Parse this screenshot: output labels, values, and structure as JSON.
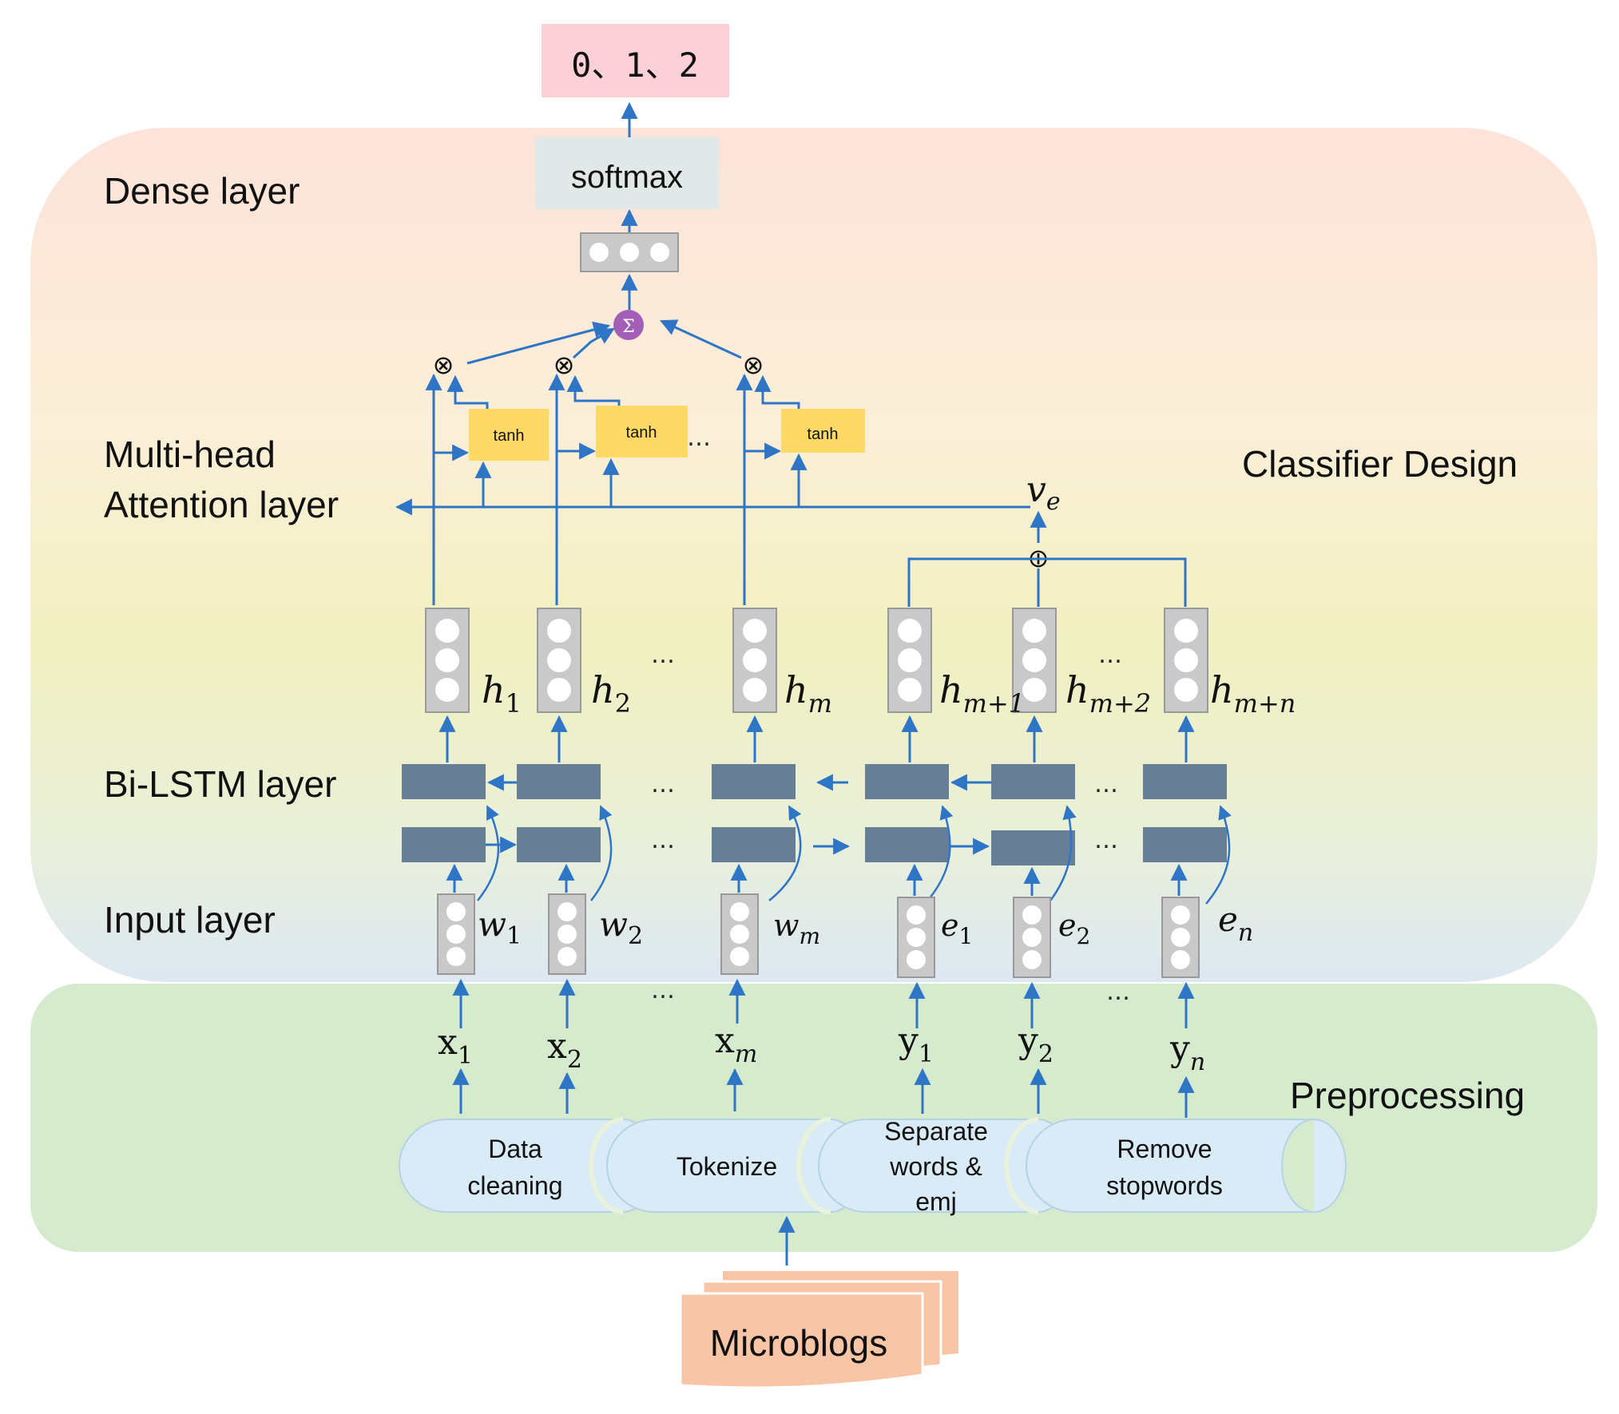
{
  "sections": {
    "classifier": "Classifier Design",
    "preprocessing": "Preprocessing"
  },
  "layers": {
    "dense": "Dense layer",
    "attention_line1": "Multi-head",
    "attention_line2": "Attention layer",
    "bilstm": "Bi-LSTM layer",
    "input": "Input layer"
  },
  "output_label": "0、1、2",
  "softmax_label": "softmax",
  "sigma_symbol": "Σ",
  "multiply_symbol": "⊗",
  "add_symbol": "⊕",
  "tanh_label": "tanh",
  "ellipsis": "…",
  "ve": {
    "base": "v",
    "sub": "e"
  },
  "hidden_labels": [
    {
      "base": "h",
      "sub": "1"
    },
    {
      "base": "h",
      "sub": "2"
    },
    {
      "base": "h",
      "sub": "m"
    },
    {
      "base": "h",
      "sub": "m+1"
    },
    {
      "base": "h",
      "sub": "m+2"
    },
    {
      "base": "h",
      "sub": "m+n"
    }
  ],
  "embedding_labels": [
    {
      "base": "w",
      "sub": "1"
    },
    {
      "base": "w",
      "sub": "2"
    },
    {
      "base": "w",
      "sub": "m"
    },
    {
      "base": "e",
      "sub": "1"
    },
    {
      "base": "e",
      "sub": "2"
    },
    {
      "base": "e",
      "sub": "n"
    }
  ],
  "token_labels": [
    {
      "base": "x",
      "sub": "1"
    },
    {
      "base": "x",
      "sub": "2"
    },
    {
      "base": "x",
      "sub": "m"
    },
    {
      "base": "y",
      "sub": "1"
    },
    {
      "base": "y",
      "sub": "2"
    },
    {
      "base": "y",
      "sub": "n"
    }
  ],
  "preprocessing_steps": [
    {
      "line1": "Data",
      "line2": "cleaning"
    },
    {
      "line1": "Tokenize",
      "line2": ""
    },
    {
      "line1": "Separate",
      "line2": "words &",
      "line3": "emj"
    },
    {
      "line1": "Remove",
      "line2": "stopwords"
    }
  ],
  "input_source": "Microblogs",
  "colors": {
    "arrow": "#2e75c5",
    "lstm_cell": "#677f96",
    "node_box": "#c9c9c9",
    "tanh_box": "#ffd966",
    "output_box": "#fbd0d6",
    "softmax_box": "#e0e8e8",
    "sigma_node": "#a35fb8",
    "preprocess_bg": "#d6ebcd",
    "step_fill": "#d9ebf7",
    "microblogs": "#f8c6a6"
  }
}
